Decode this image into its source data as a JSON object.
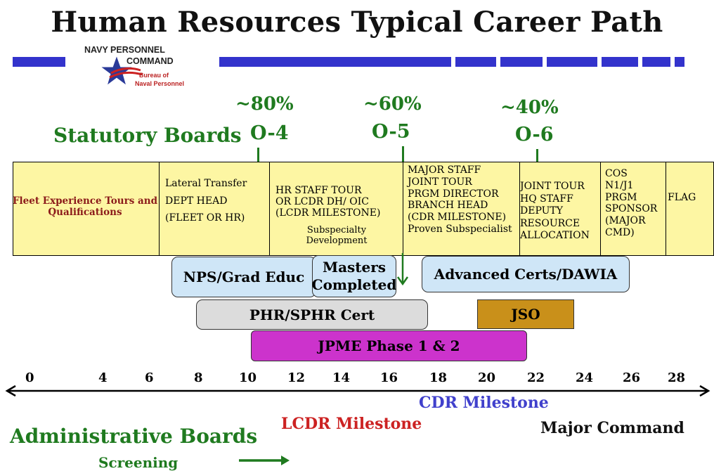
{
  "title": "Human Resources Typical Career Path",
  "logo": {
    "line1": "NAVY PERSONNEL",
    "line2": "COMMAND",
    "line3": "Bureau of",
    "line4": "Naval Personnel"
  },
  "statutory_label": "Statutory Boards",
  "promotions": [
    {
      "pct": "~80%",
      "grade": "O-4"
    },
    {
      "pct": "~60%",
      "grade": "O-5"
    },
    {
      "pct": "~40%",
      "grade": "O-6"
    }
  ],
  "cells": [
    {
      "text": "Fleet Experience Tours and\nQualifications"
    },
    {
      "text": "Lateral Transfer\nDEPT HEAD\n(FLEET OR HR)"
    },
    {
      "text": "HR STAFF TOUR\nOR LCDR DH/ OIC\n(LCDR MILESTONE)",
      "sub": "Subspecialty\nDevelopment"
    },
    {
      "text": "MAJOR STAFF\nJOINT TOUR\nPRGM DIRECTOR\nBRANCH HEAD\n(CDR MILESTONE)\nProven Subspecialist"
    },
    {
      "text": "JOINT TOUR\nHQ STAFF\nDEPUTY\nRESOURCE\nALLOCATION"
    },
    {
      "text": "COS\nN1/J1\nPRGM\nSPONSOR\n(MAJOR\nCMD)"
    },
    {
      "text": "FLAG"
    }
  ],
  "pills": {
    "nps": "NPS/Grad Educ",
    "masters": "Masters\nCompleted",
    "certs": "Advanced Certs/DAWIA",
    "phr": "PHR/SPHR Cert",
    "jso": "JSO",
    "jpme": "JPME Phase 1 & 2"
  },
  "axis_ticks": [
    "0",
    "4",
    "6",
    "8",
    "10",
    "12",
    "14",
    "16",
    "18",
    "20",
    "22",
    "24",
    "26",
    "28"
  ],
  "milestones": {
    "cdr": "CDR Milestone",
    "lcdr": "LCDR Milestone",
    "major": "Major Command"
  },
  "admin_label": "Administrative Boards",
  "screening_label": "Screening",
  "colors": {
    "band": "#fdf6a3",
    "green": "#1f7a1f",
    "blue_bar": "#3333cc",
    "pill_blue": "#cfe6f7",
    "pill_gray": "#dcdcdc",
    "pill_gold": "#c9901a",
    "pill_magenta": "#cc33cc",
    "cdr": "#4040cc",
    "lcdr": "#cc2222"
  }
}
